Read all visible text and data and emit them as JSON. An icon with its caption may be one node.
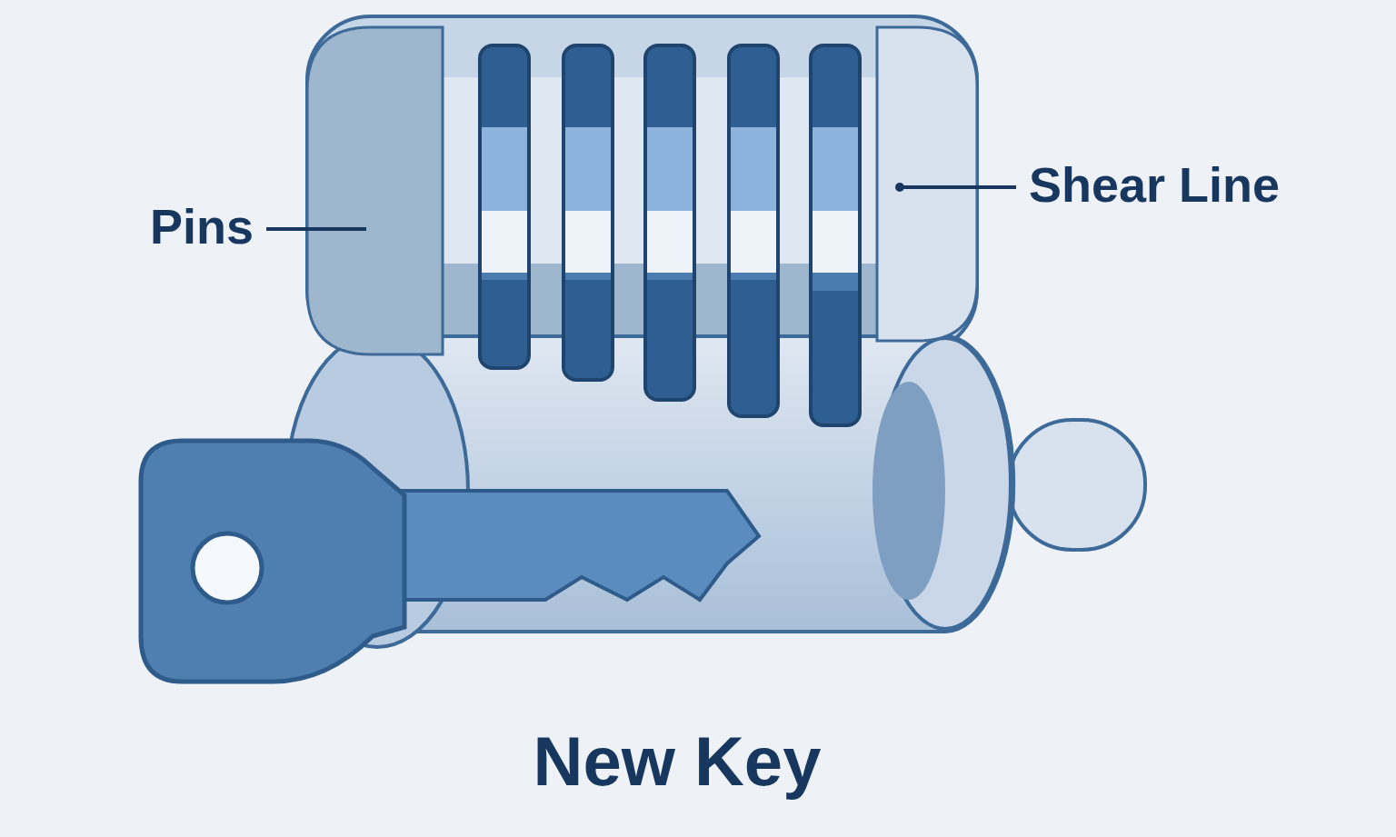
{
  "diagram": {
    "caption": "New Key",
    "nodes": [
      {
        "text": [
          "Pins"
        ]
      },
      {
        "text": [],
        "shape": "box"
      },
      {
        "text": [],
        "shape": "box"
      },
      {
        "text": [
          "Shear Line"
        ]
      }
    ],
    "edges": [
      {
        "from": 0,
        "to": 1,
        "arrow": "none"
      },
      {
        "from": 3,
        "to": 2,
        "arrow": "other"
      }
    ]
  }
}
